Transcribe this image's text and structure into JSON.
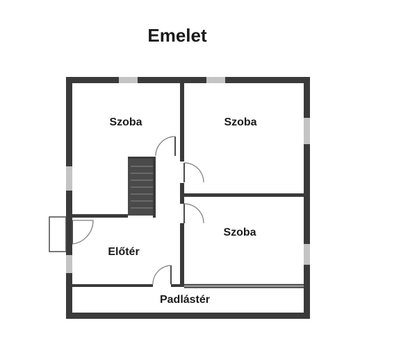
{
  "title": "Emelet",
  "rooms": {
    "room_top_left": "Szoba",
    "room_top_right": "Szoba",
    "room_bottom_right": "Szoba",
    "hall": "Előtér",
    "attic": "Padlástér"
  },
  "colors": {
    "wall": "#3a3a3a",
    "window": "#c4c4c4",
    "background": "#ffffff",
    "text": "#1a1a1a"
  }
}
